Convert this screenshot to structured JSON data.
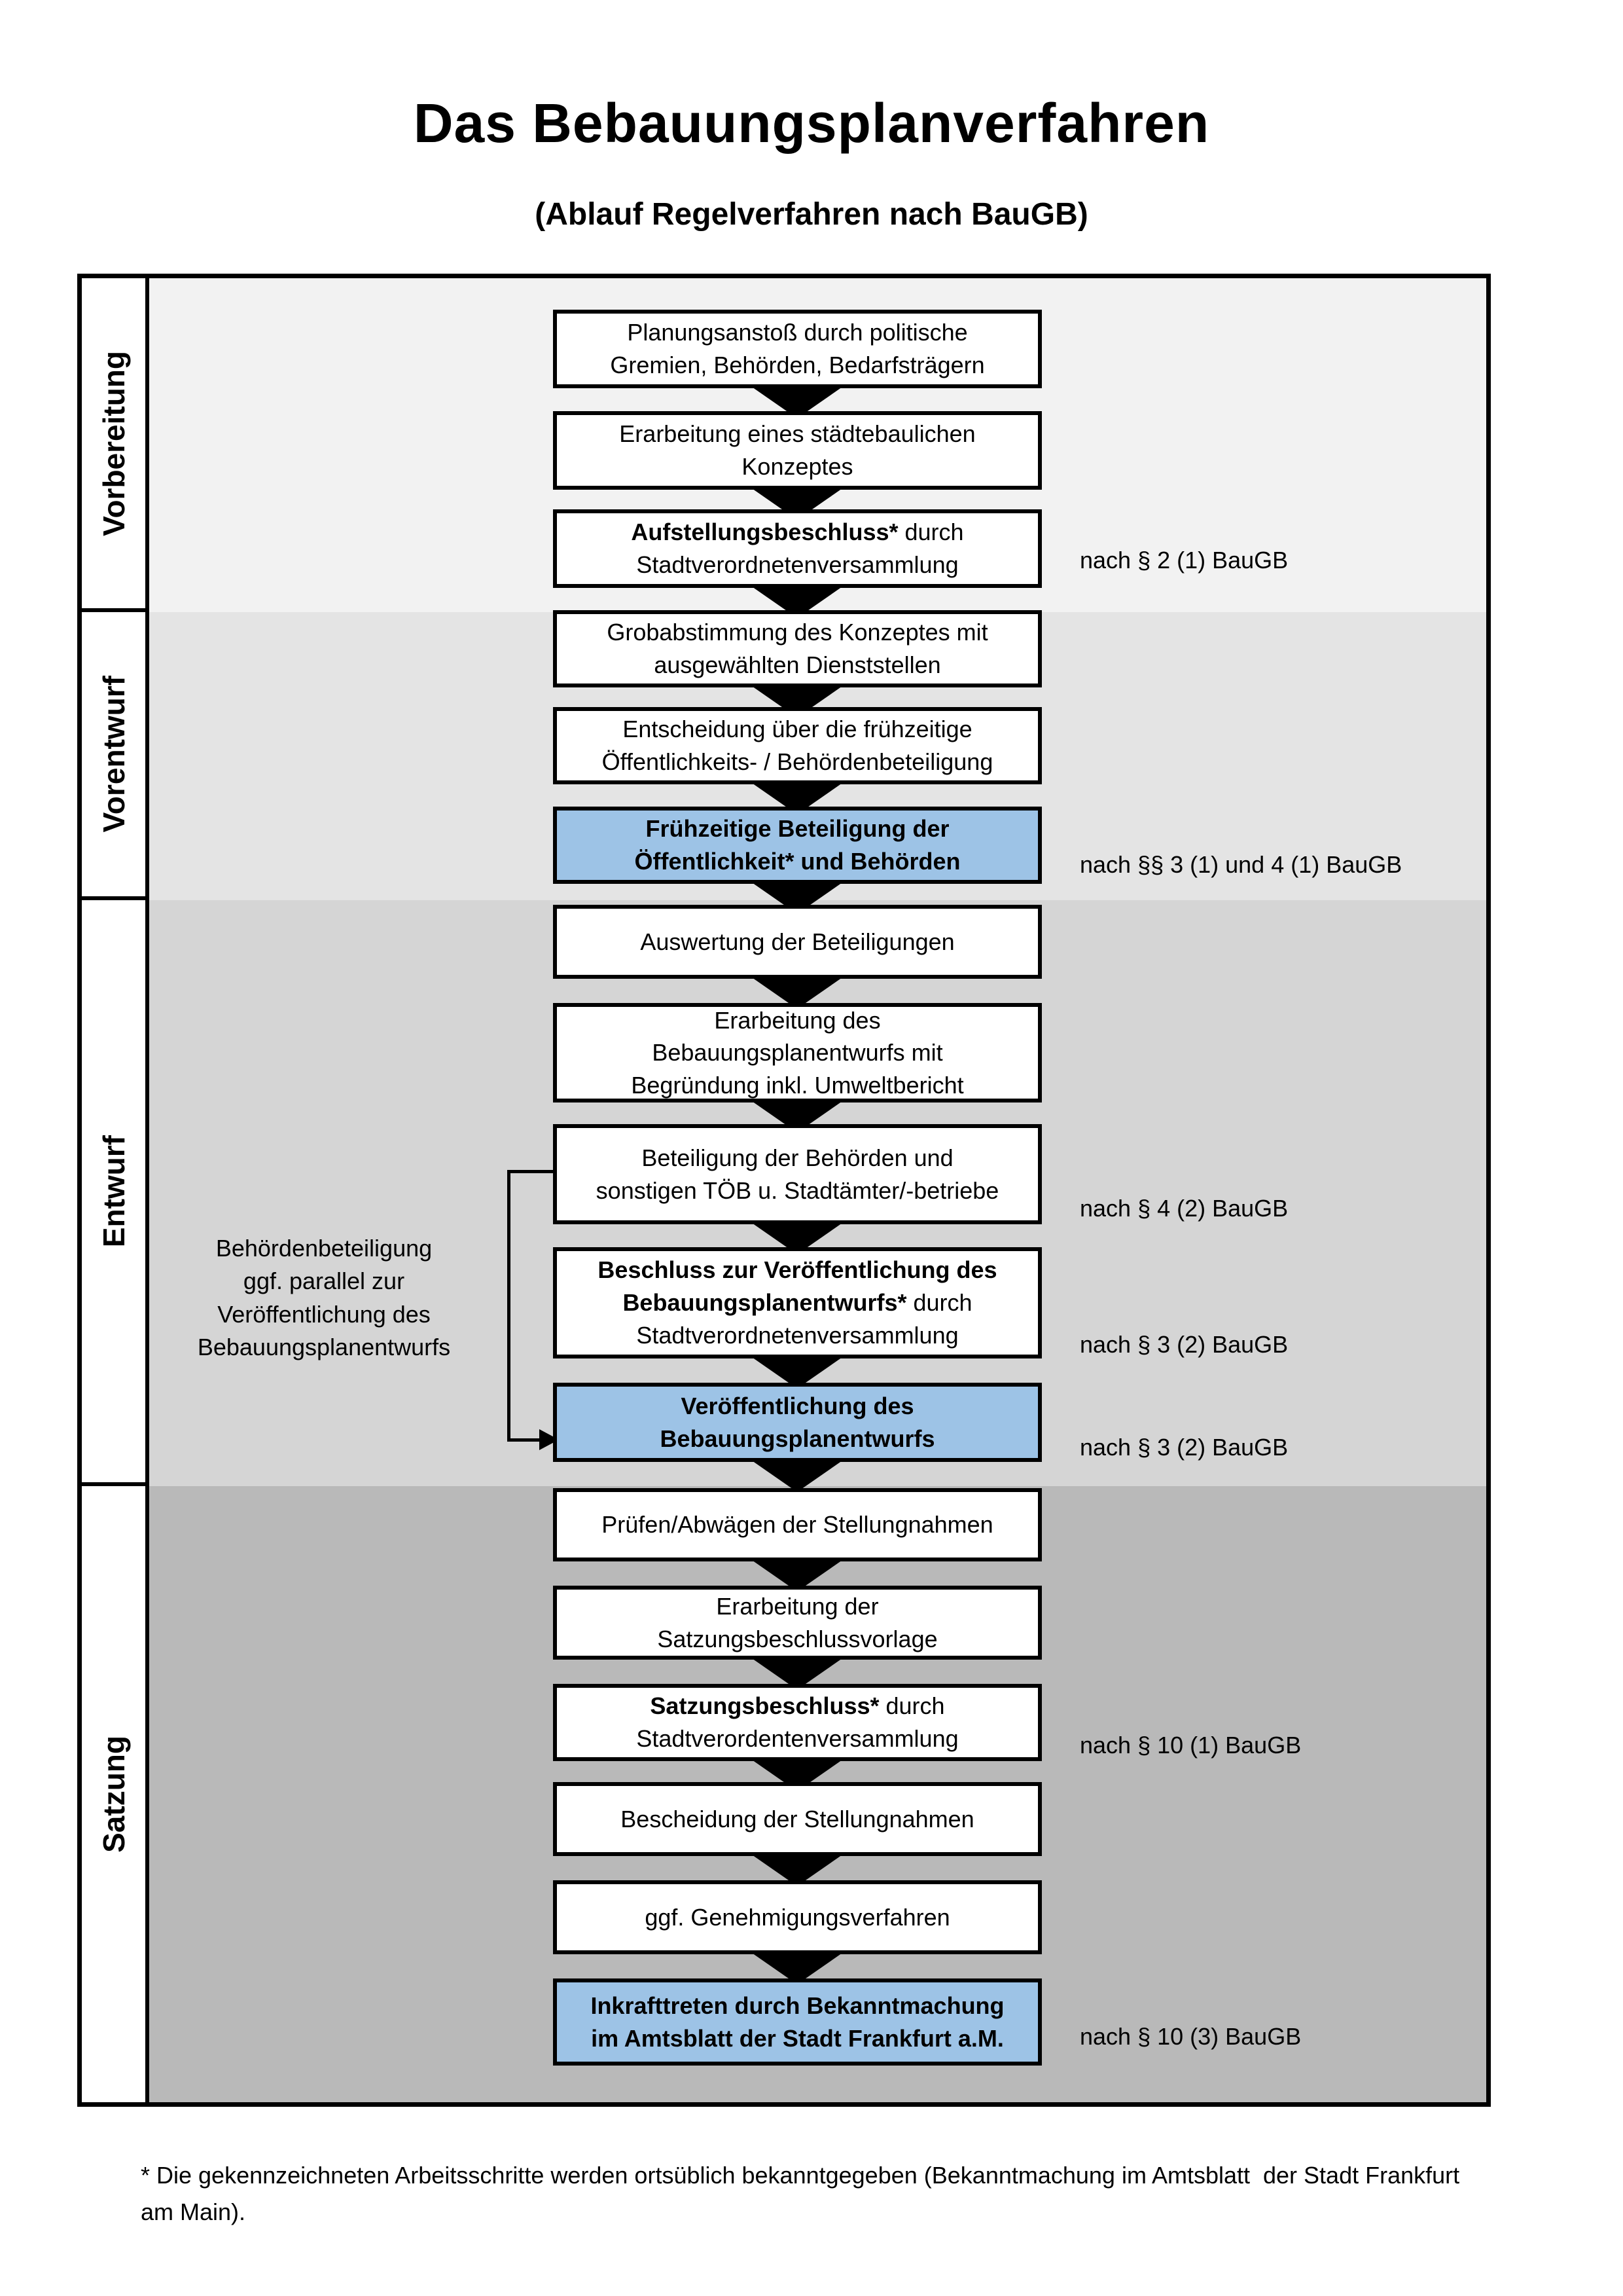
{
  "title": "Das Bebauungsplanverfahren",
  "subtitle": "(Ablauf Regelverfahren nach BauGB)",
  "phases": [
    {
      "label": "Vorbereitung"
    },
    {
      "label": "Vorentwurf"
    },
    {
      "label": "Entwurf"
    },
    {
      "label": "Satzung"
    }
  ],
  "steps": [
    {
      "bold": "",
      "text": "Planungsanstoß durch politische\nGremien, Behörden, Bedarfsträgern",
      "highlight": false
    },
    {
      "bold": "",
      "text": "Erarbeitung eines städtebaulichen\nKonzeptes",
      "highlight": false
    },
    {
      "bold": "Aufstellungsbeschluss*",
      "text": " durch\nStadtverordnetenversammlung",
      "highlight": false
    },
    {
      "bold": "",
      "text": "Grobabstimmung des Konzeptes mit\nausgewählten Dienststellen",
      "highlight": false
    },
    {
      "bold": "",
      "text": "Entscheidung über die frühzeitige\nÖffentlichkeits- / Behördenbeteiligung",
      "highlight": false
    },
    {
      "bold": "Frühzeitige Beteiligung der\nÖffentlichkeit* und Behörden",
      "text": "",
      "highlight": true
    },
    {
      "bold": "",
      "text": "Auswertung der Beteiligungen",
      "highlight": false
    },
    {
      "bold": "",
      "text": "Erarbeitung des\nBebauungsplanentwurfs mit\nBegründung inkl. Umweltbericht",
      "highlight": false
    },
    {
      "bold": "",
      "text": "Beteiligung der Behörden und\nsonstigen TÖB u. Stadtämter/-betriebe",
      "highlight": false
    },
    {
      "bold": "Beschluss zur Veröffentlichung des\nBebauungsplanentwurfs*",
      "text": " durch\nStadtverordnetenversammlung",
      "highlight": false
    },
    {
      "bold": "Veröffentlichung des\nBebauungsplanentwurfs",
      "text": "",
      "highlight": true
    },
    {
      "bold": "",
      "text": "Prüfen/Abwägen der Stellungnahmen",
      "highlight": false
    },
    {
      "bold": "",
      "text": "Erarbeitung der\nSatzungsbeschlussvorlage",
      "highlight": false
    },
    {
      "bold": "Satzungsbeschluss*",
      "text": " durch\nStadtverordentenversammlung",
      "highlight": false
    },
    {
      "bold": "",
      "text": "Bescheidung der Stellungnahmen",
      "highlight": false
    },
    {
      "bold": "",
      "text": "ggf. Genehmigungsverfahren",
      "highlight": false
    },
    {
      "bold": "Inkrafttreten",
      "text": " durch Bekanntmachung\nim Amtsblatt der Stadt Frankfurt a.M.",
      "highlight": true
    }
  ],
  "legal_refs": [
    {
      "text": "nach § 2 (1) BauGB"
    },
    {
      "text": "nach §§ 3 (1) und 4 (1) BauGB"
    },
    {
      "text": "nach § 4 (2) BauGB"
    },
    {
      "text": "nach § 3 (2) BauGB"
    },
    {
      "text": "nach § 3 (2) BauGB"
    },
    {
      "text": "nach § 10 (1) BauGB"
    },
    {
      "text": "nach § 10 (3) BauGB"
    }
  ],
  "side_note": "Behördenbeteiligung\nggf. parallel zur\nVeröffentlichung des\nBebauungsplanentwurfs",
  "footnote": "* Die gekennzeichneten Arbeitsschritte werden ortsüblich bekanntgegeben (Bekanntmachung im Amtsblatt  der Stadt Frankfurt am Main).",
  "icons": {
    "down_arrow": "▼",
    "right_arrow": "►"
  },
  "colors": {
    "highlight_blue": "#9DC3E6",
    "section_vorbereitung": "#F2F2F2",
    "section_vorentwurf": "#E4E4E4",
    "section_entwurf": "#D5D5D5",
    "section_satzung": "#B9B9B9",
    "box_border": "#000000",
    "box_background": "#FFFFFF"
  }
}
